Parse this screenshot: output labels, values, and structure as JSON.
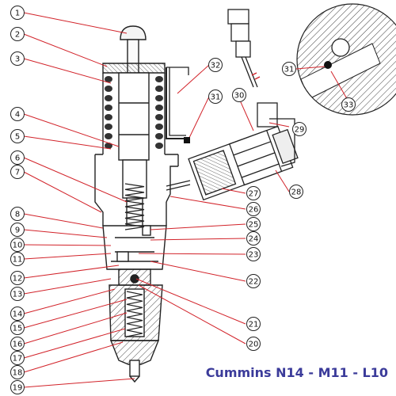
{
  "caption": "Cummins N14 - M11 - L10",
  "colors": {
    "caption": "#3b3b9a",
    "leader": "#d2232a",
    "outline": "#222222",
    "hatch": "#444444"
  },
  "callouts": {
    "c1": "1",
    "c2": "2",
    "c3": "3",
    "c4": "4",
    "c5": "5",
    "c6": "6",
    "c7": "7",
    "c8": "8",
    "c9": "9",
    "c10": "10",
    "c11": "11",
    "c12": "12",
    "c13": "13",
    "c14": "14",
    "c15": "15",
    "c16": "16",
    "c17": "17",
    "c18": "18",
    "c19": "19",
    "c20": "20",
    "c21": "21",
    "c22": "22",
    "c23": "23",
    "c24": "24",
    "c25": "25",
    "c26": "26",
    "c27": "27",
    "c28": "28",
    "c29": "29",
    "c30": "30",
    "c31": "31",
    "c32": "32",
    "c31b": "31",
    "c33": "33"
  }
}
